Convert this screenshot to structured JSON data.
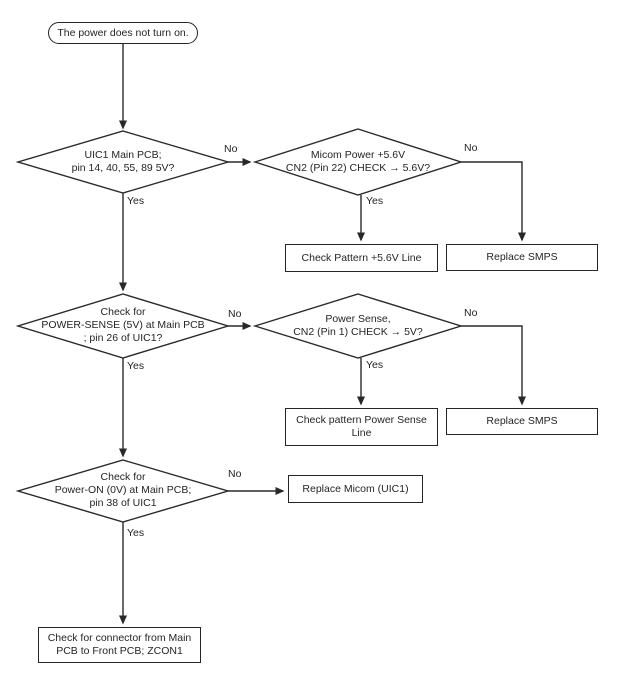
{
  "colors": {
    "background": "#ffffff",
    "line": "#2b2828",
    "text": "#262424"
  },
  "nodes": {
    "start": {
      "text": "The power does not turn on."
    },
    "decision_uic1_5v": {
      "text": "UIC1 Main PCB;\npin 14, 40, 55, 89 5V?"
    },
    "decision_micom_power": {
      "text": "Micom Power +5.6V\nCN2 (Pin 22) CHECK → 5.6V?"
    },
    "check_pattern_56v": {
      "text": "Check Pattern +5.6V Line"
    },
    "replace_smps_1": {
      "text": "Replace SMPS"
    },
    "decision_power_sense": {
      "text": "Check for\nPOWER-SENSE (5V) at Main PCB\n; pin 26 of UIC1?"
    },
    "decision_power_sense_cn2": {
      "text": "Power Sense,\nCN2 (Pin 1) CHECK → 5V?"
    },
    "check_pattern_power_sense": {
      "text": "Check pattern Power Sense\nLine"
    },
    "replace_smps_2": {
      "text": "Replace SMPS"
    },
    "decision_power_on": {
      "text": "Check for\nPower-ON (0V) at Main PCB;\npin 38 of UIC1"
    },
    "replace_micom": {
      "text": "Replace Micom (UIC1)"
    },
    "check_connector": {
      "text": "Check for connector from Main\nPCB to Front PCB; ZCON1"
    }
  },
  "edge_labels": {
    "d1_no": "No",
    "d1_yes": "Yes",
    "d2_no": "No",
    "d2_yes": "Yes",
    "d3_no": "No",
    "d3_yes": "Yes",
    "d4_no": "No",
    "d4_yes": "Yes",
    "d5_no": "No",
    "d5_yes": "Yes"
  }
}
